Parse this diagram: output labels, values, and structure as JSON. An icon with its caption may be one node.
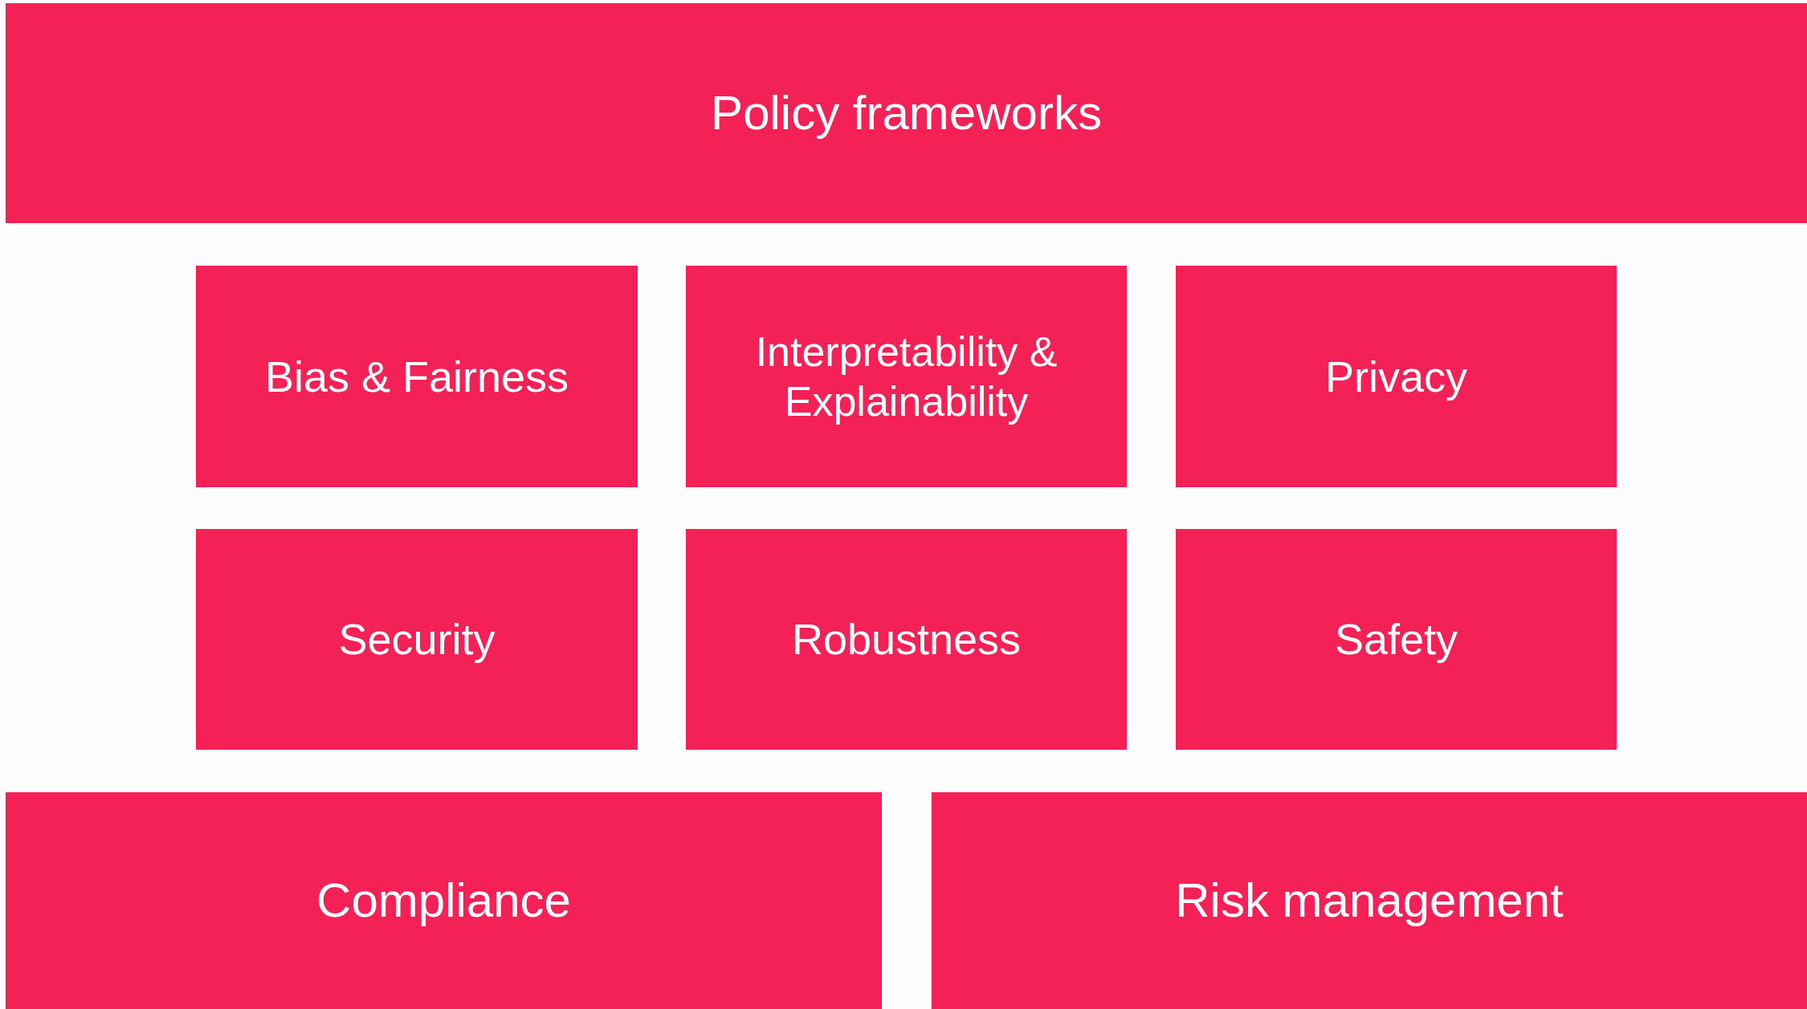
{
  "diagram": {
    "nodes": [
      {
        "text": [
          "Policy frameworks"
        ]
      },
      {
        "text": [
          "Bias & Fairness"
        ]
      },
      {
        "text": [
          "Interpretability & Explainability"
        ]
      },
      {
        "text": [
          "Privacy"
        ]
      },
      {
        "text": [
          "Security"
        ]
      },
      {
        "text": [
          "Robustness"
        ]
      },
      {
        "text": [
          "Safety"
        ]
      },
      {
        "text": [
          "Compliance"
        ]
      },
      {
        "text": [
          "Risk management"
        ]
      }
    ]
  }
}
